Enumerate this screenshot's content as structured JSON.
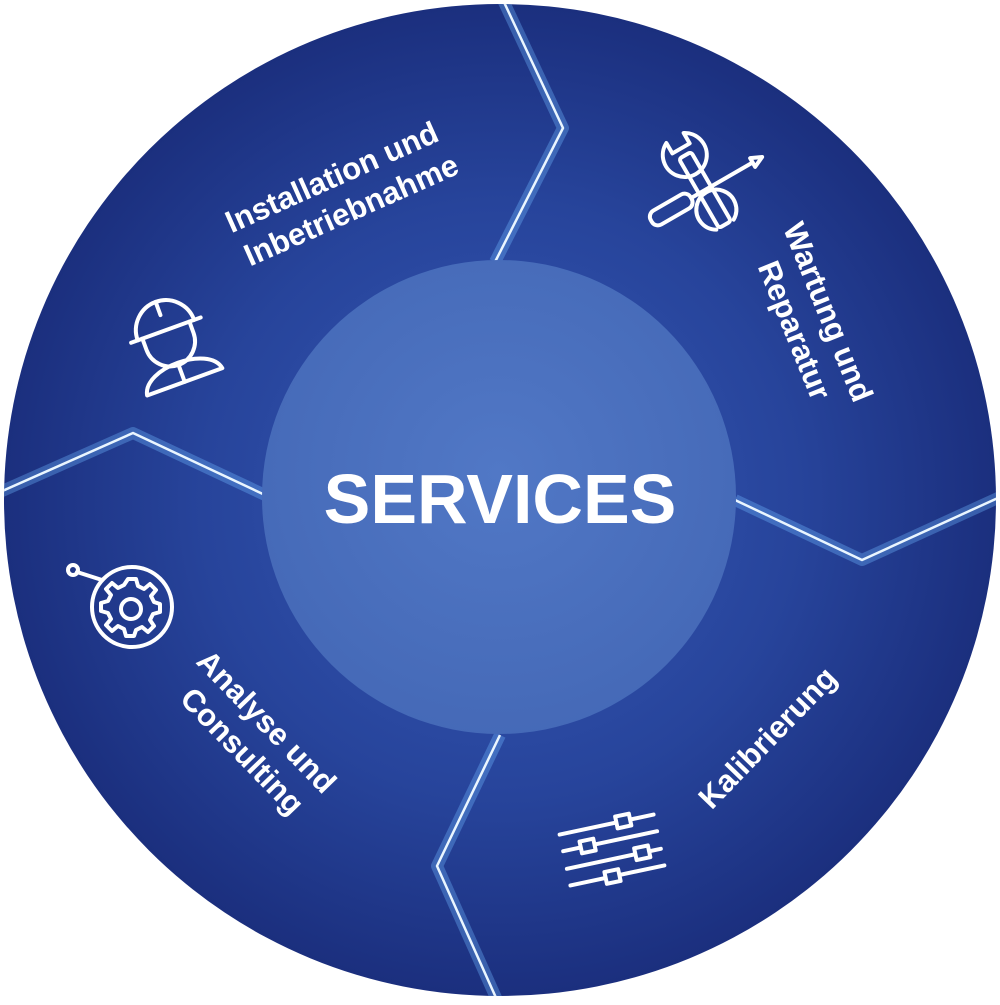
{
  "diagram": {
    "center_label": "SERVICES",
    "segments": [
      {
        "id": "installation",
        "lines": [
          "Installation und",
          "Inbetriebnahme"
        ],
        "icon": "worker-helmet-icon"
      },
      {
        "id": "wartung",
        "lines": [
          "Wartung und",
          "Reparatur"
        ],
        "icon": "wrench-screwdriver-icon"
      },
      {
        "id": "kalibrierung",
        "lines": [
          "Kalibrierung"
        ],
        "icon": "slider-controls-icon"
      },
      {
        "id": "analyse",
        "lines": [
          "Analyse und",
          "Consulting"
        ],
        "icon": "gear-magnifier-icon"
      }
    ],
    "colors": {
      "outer_dark": "#1b2f7e",
      "outer_light": "#2f4ea8",
      "center": "#4a70bf",
      "divider": "#eaf6ff",
      "text": "#ffffff"
    }
  }
}
